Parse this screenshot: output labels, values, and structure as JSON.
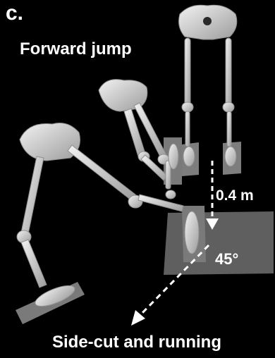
{
  "figure": {
    "panel_letter": "c.",
    "title": "Forward jump",
    "drop_height": "0.4 m",
    "cut_angle": "45°",
    "bottom_caption": "Side-cut and running"
  },
  "colors": {
    "background": "#000000",
    "bone": "#d9d9d9",
    "bone_shadow": "#8f8f8f",
    "platform": "#5f5f5f",
    "force_plate": "#7a7a7a",
    "text": "#ffffff"
  }
}
